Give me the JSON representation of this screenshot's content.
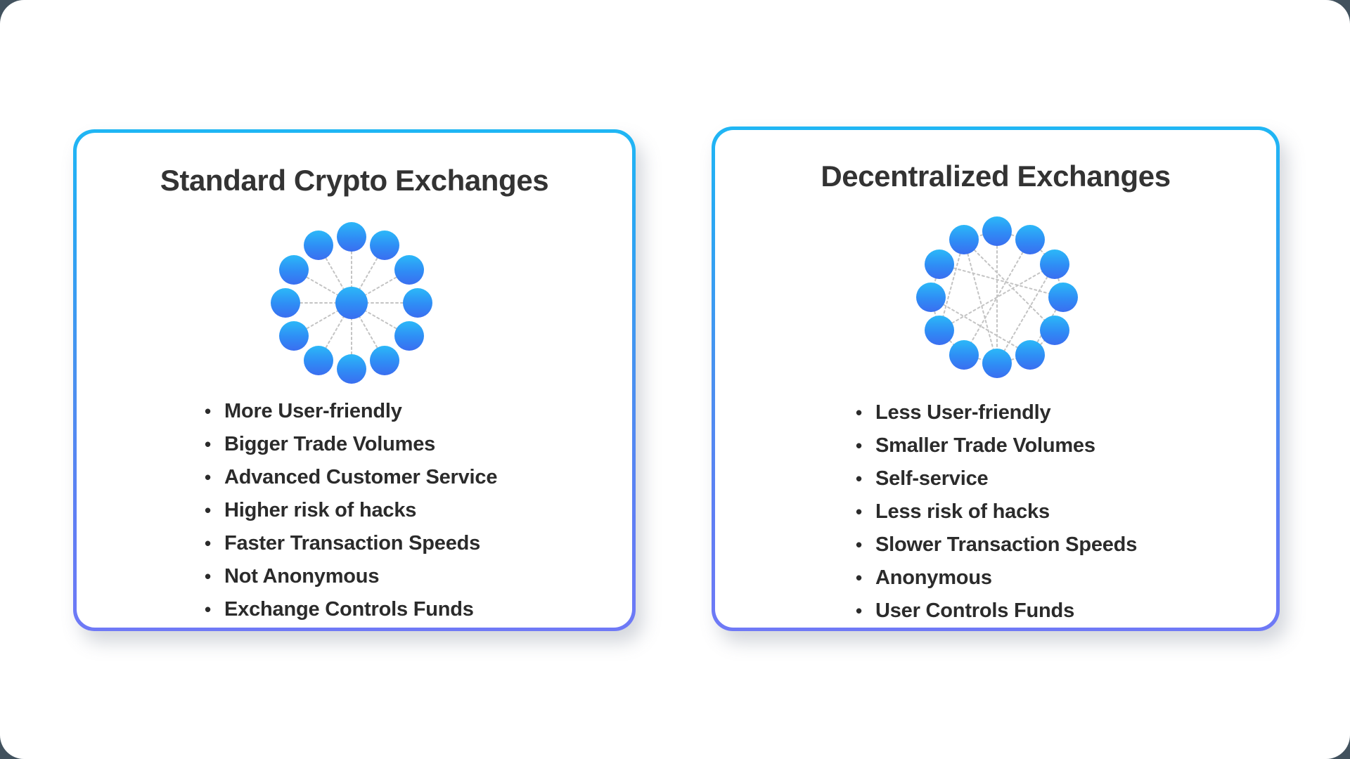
{
  "page": {
    "background_color": "#42525e",
    "canvas_color": "#ffffff"
  },
  "theme": {
    "border_gradient_top": "#1fb6f4",
    "border_gradient_mid": "#4a90f0",
    "border_gradient_bottom": "#6f79f6",
    "node_gradient_top": "#2bb8f8",
    "node_gradient_bottom": "#3a6ef0",
    "edge_color": "#bfbfbf",
    "title_color": "#333333",
    "text_color": "#2b2b2b",
    "bullet_glyph": "•"
  },
  "cards": [
    {
      "id": "standard",
      "title": "Standard Crypto Exchanges",
      "diagram": {
        "name": "centralized-star-network",
        "type": "star",
        "outer_node_count": 12,
        "has_center_hub": true,
        "edge_style": "dotted"
      },
      "features": [
        "More User-friendly",
        "Bigger Trade Volumes",
        "Advanced Customer Service",
        "Higher risk of hacks",
        "Faster Transaction Speeds",
        "Not Anonymous",
        "Exchange Controls Funds"
      ]
    },
    {
      "id": "dex",
      "title": "Decentralized Exchanges",
      "diagram": {
        "name": "decentralized-mesh-network",
        "type": "mesh",
        "outer_node_count": 12,
        "has_center_hub": false,
        "edge_style": "dotted"
      },
      "features": [
        "Less User-friendly",
        "Smaller Trade Volumes",
        "Self-service",
        "Less risk of hacks",
        "Slower Transaction Speeds",
        "Anonymous",
        "User Controls Funds"
      ]
    }
  ]
}
